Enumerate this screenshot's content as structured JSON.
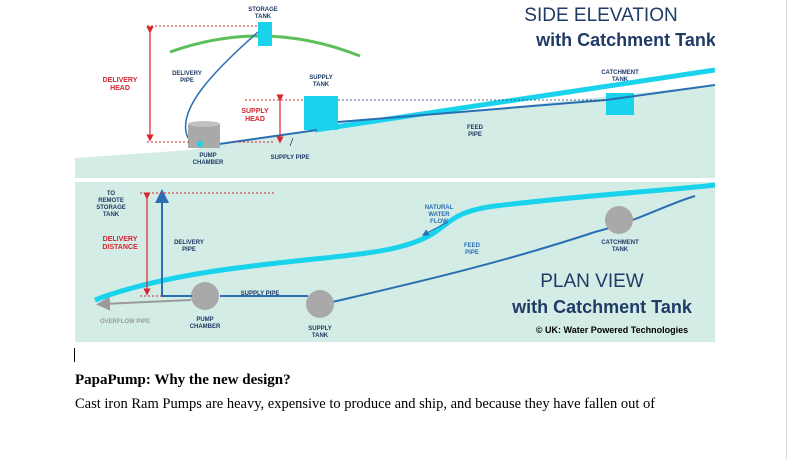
{
  "figure": {
    "side": {
      "title_line1": "SIDE ELEVATION",
      "title_line2": "with Catchment Tank",
      "storage_tank_l1": "STORAGE",
      "storage_tank_l2": "TANK",
      "delivery_head_l1": "DELIVERY",
      "delivery_head_l2": "HEAD",
      "delivery_pipe_l1": "DELIVERY",
      "delivery_pipe_l2": "PIPE",
      "supply_tank_l1": "SUPPLY",
      "supply_tank_l2": "TANK",
      "supply_head_l1": "SUPPLY",
      "supply_head_l2": "HEAD",
      "catchment_tank_l1": "CATCHMENT",
      "catchment_tank_l2": "TANK",
      "feed_pipe_l1": "FEED",
      "feed_pipe_l2": "PIPE",
      "pump_chamber_l1": "PUMP",
      "pump_chamber_l2": "CHAMBER",
      "supply_pipe": "SUPPLY PIPE"
    },
    "plan": {
      "to_remote_l1": "TO",
      "to_remote_l2": "REMOTE",
      "to_remote_l3": "STORAGE",
      "to_remote_l4": "TANK",
      "delivery_distance_l1": "DELIVERY",
      "delivery_distance_l2": "DISTANCE",
      "delivery_pipe_l1": "DELIVERY",
      "delivery_pipe_l2": "PIPE",
      "natural_flow_l1": "NATURAL",
      "natural_flow_l2": "WATER",
      "natural_flow_l3": "FLOW",
      "feed_pipe_l1": "FEED",
      "feed_pipe_l2": "PIPE",
      "catchment_tank_l1": "CATCHMENT",
      "catchment_tank_l2": "TANK",
      "supply_pipe": "SUPPLY PIPE",
      "overflow_pipe": "OVERFLOW PIPE",
      "pump_chamber_l1": "PUMP",
      "pump_chamber_l2": "CHAMBER",
      "supply_tank_l1": "SUPPLY",
      "supply_tank_l2": "TANK",
      "title_line1": "PLAN VIEW",
      "title_line2": "with Catchment Tank",
      "credit": "© UK: Water Powered Technologies"
    }
  },
  "colors": {
    "panel": "#d3ece6",
    "water": "#19d3ec",
    "pipe": "#2a6fb3",
    "red": "#d7262e",
    "navy": "#1f3b66",
    "hill": "#5bbf5a",
    "grey": "#a9a9a9"
  },
  "heading": "PapaPump: Why the new design?",
  "body": "Cast iron Ram Pumps are heavy, expensive to produce and ship, and because they have fallen out of"
}
